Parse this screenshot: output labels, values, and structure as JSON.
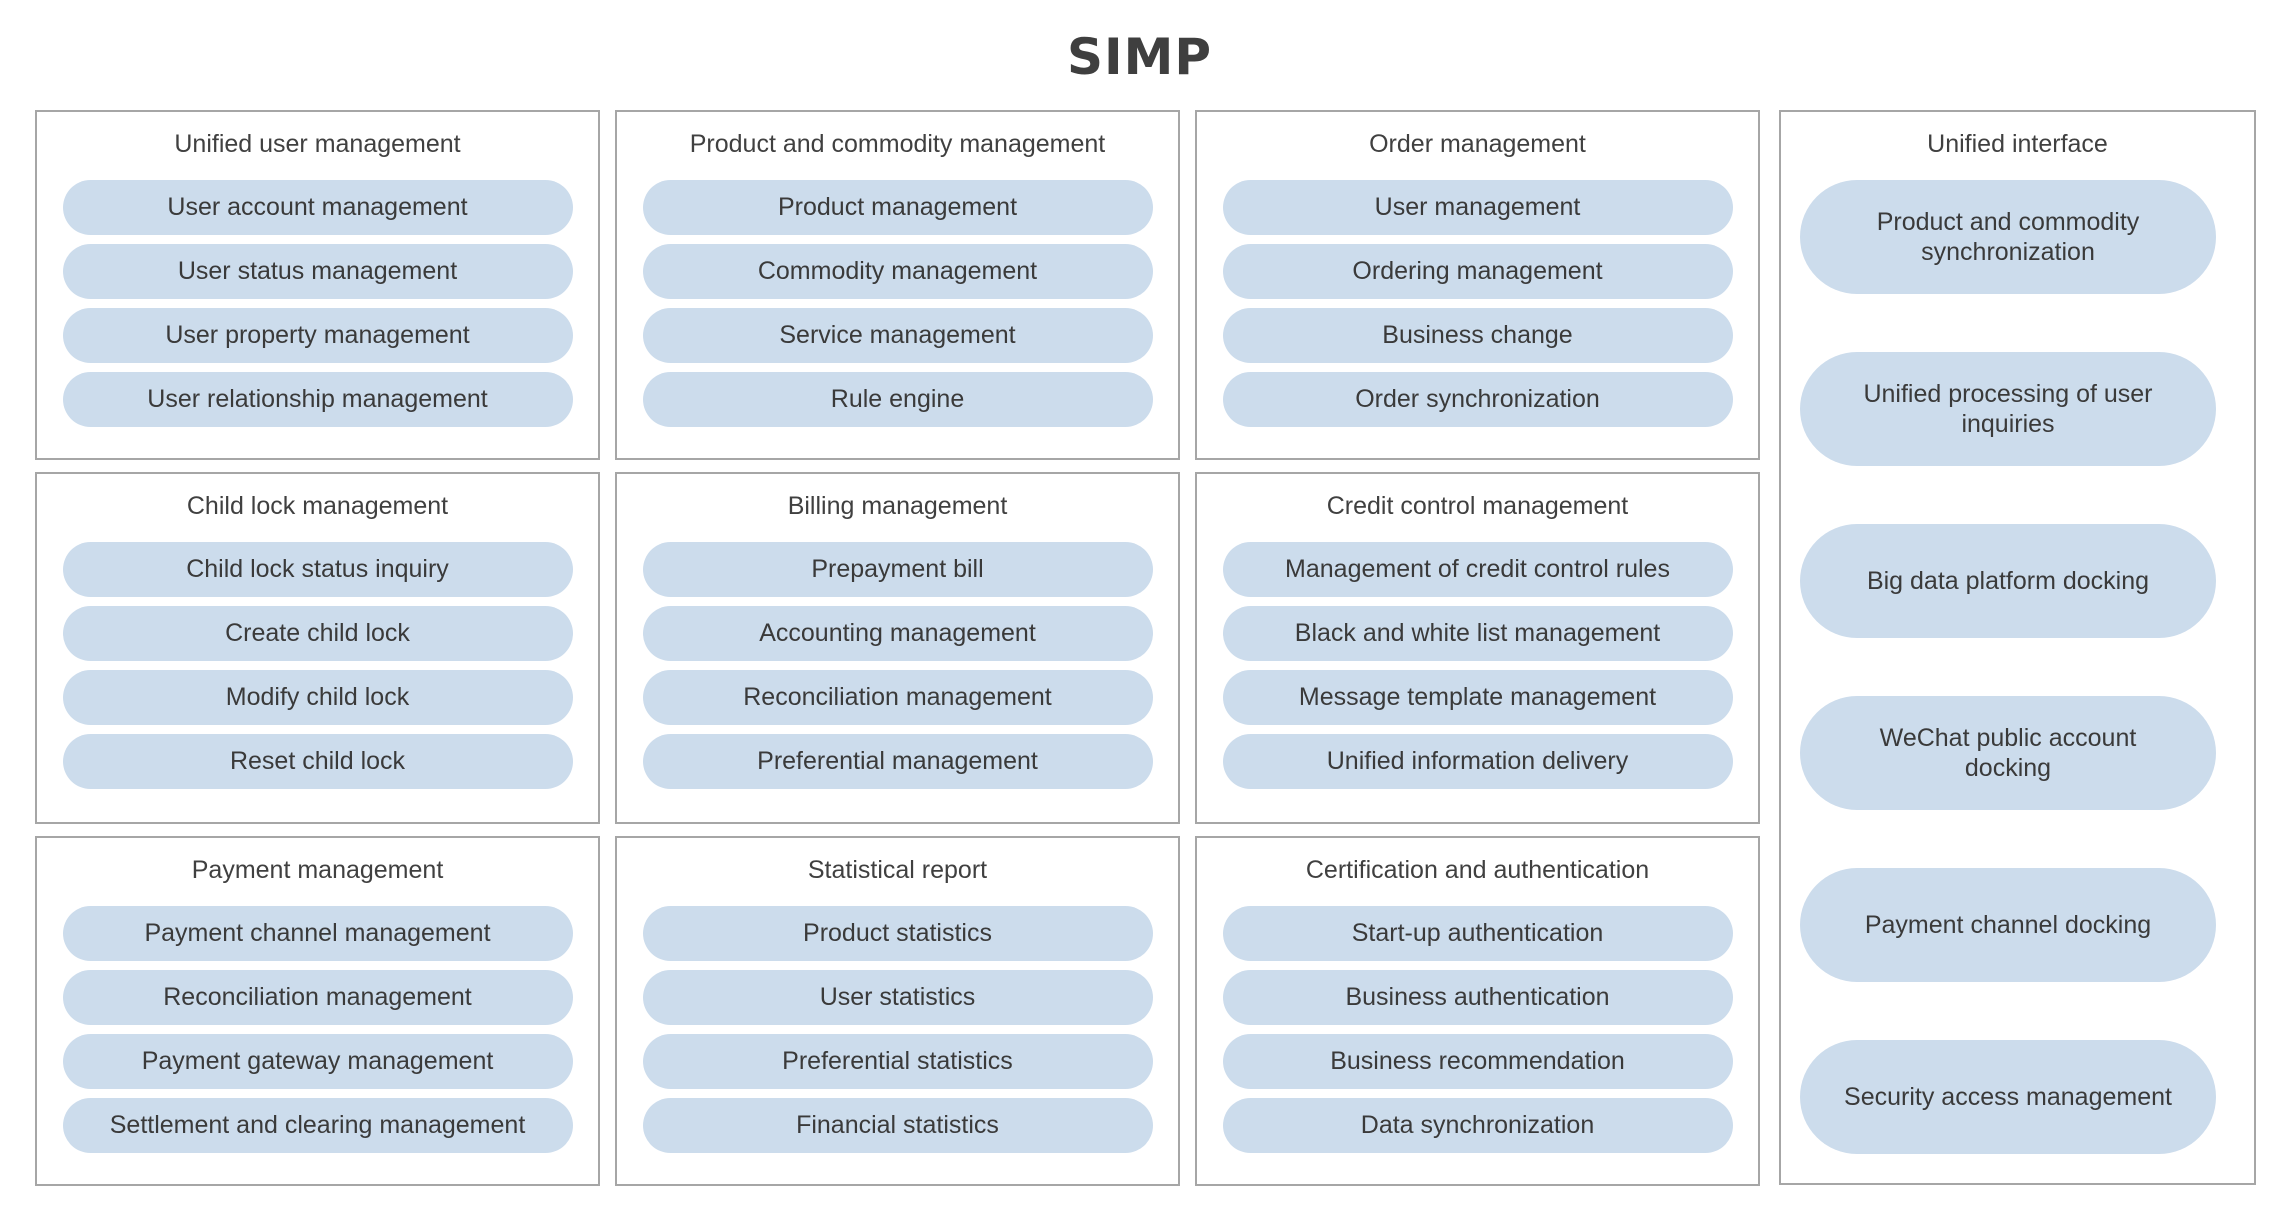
{
  "title": "SIMP",
  "modules": [
    {
      "title": "Unified user management",
      "items": [
        "User account management",
        "User status management",
        "User property management",
        "User relationship management"
      ]
    },
    {
      "title": "Product and commodity management",
      "items": [
        "Product management",
        "Commodity management",
        "Service management",
        "Rule engine"
      ]
    },
    {
      "title": "Order management",
      "items": [
        "User management",
        "Ordering management",
        "Business change",
        "Order synchronization"
      ]
    },
    {
      "title": "Child lock management",
      "items": [
        "Child lock status inquiry",
        "Create child lock",
        "Modify  child lock",
        "Reset child lock"
      ]
    },
    {
      "title": "Billing management",
      "items": [
        "Prepayment bill",
        "Accounting management",
        "Reconciliation management",
        "Preferential management"
      ]
    },
    {
      "title": "Credit control management",
      "items": [
        "Management of credit control rules",
        "Black and white list management",
        "Message template management",
        "Unified information delivery"
      ]
    },
    {
      "title": "Payment management",
      "items": [
        "Payment channel management",
        "Reconciliation management",
        "Payment gateway management",
        "Settlement and clearing management"
      ]
    },
    {
      "title": "Statistical report",
      "items": [
        "Product statistics",
        "User statistics",
        "Preferential statistics",
        "Financial statistics"
      ]
    },
    {
      "title": "Certification and authentication",
      "items": [
        "Start-up authentication",
        "Business authentication",
        "Business recommendation",
        "Data synchronization"
      ]
    }
  ],
  "interface": {
    "title": "Unified interface",
    "items": [
      "Product and commodity synchronization",
      "Unified processing of user inquiries",
      "Big data platform docking",
      "WeChat public account docking",
      "Payment channel docking",
      "Security access management"
    ]
  },
  "colors": {
    "pill_fill": "#ccdcec",
    "panel_border": "#a6a6a6",
    "text": "#404040"
  }
}
